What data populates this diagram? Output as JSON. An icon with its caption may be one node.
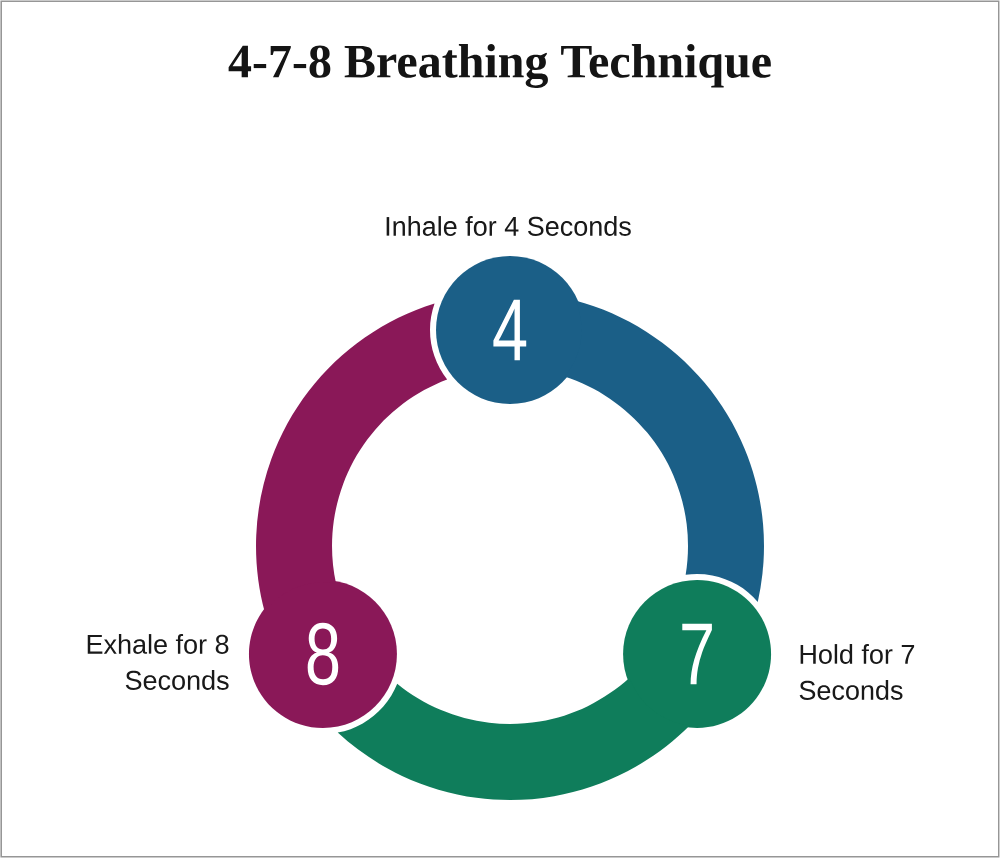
{
  "diagram": {
    "title": "4-7-8 Breathing Technique",
    "nodes": [
      {
        "text": [
          "4"
        ],
        "beside": [
          "Inhale for 4 Seconds"
        ]
      },
      {
        "text": [
          "7"
        ],
        "beside": [
          "Hold for 7 Seconds"
        ]
      },
      {
        "text": [
          "8"
        ],
        "beside": [
          "Exhale for 8 Seconds"
        ]
      }
    ],
    "edges": [
      {
        "from": 0,
        "to": 1,
        "arrow": "none",
        "color": "#1b5f87"
      },
      {
        "from": 1,
        "to": 2,
        "arrow": "none",
        "color": "#0f7d5b"
      },
      {
        "from": 2,
        "to": 0,
        "arrow": "none",
        "color": "#8a1858"
      }
    ]
  }
}
